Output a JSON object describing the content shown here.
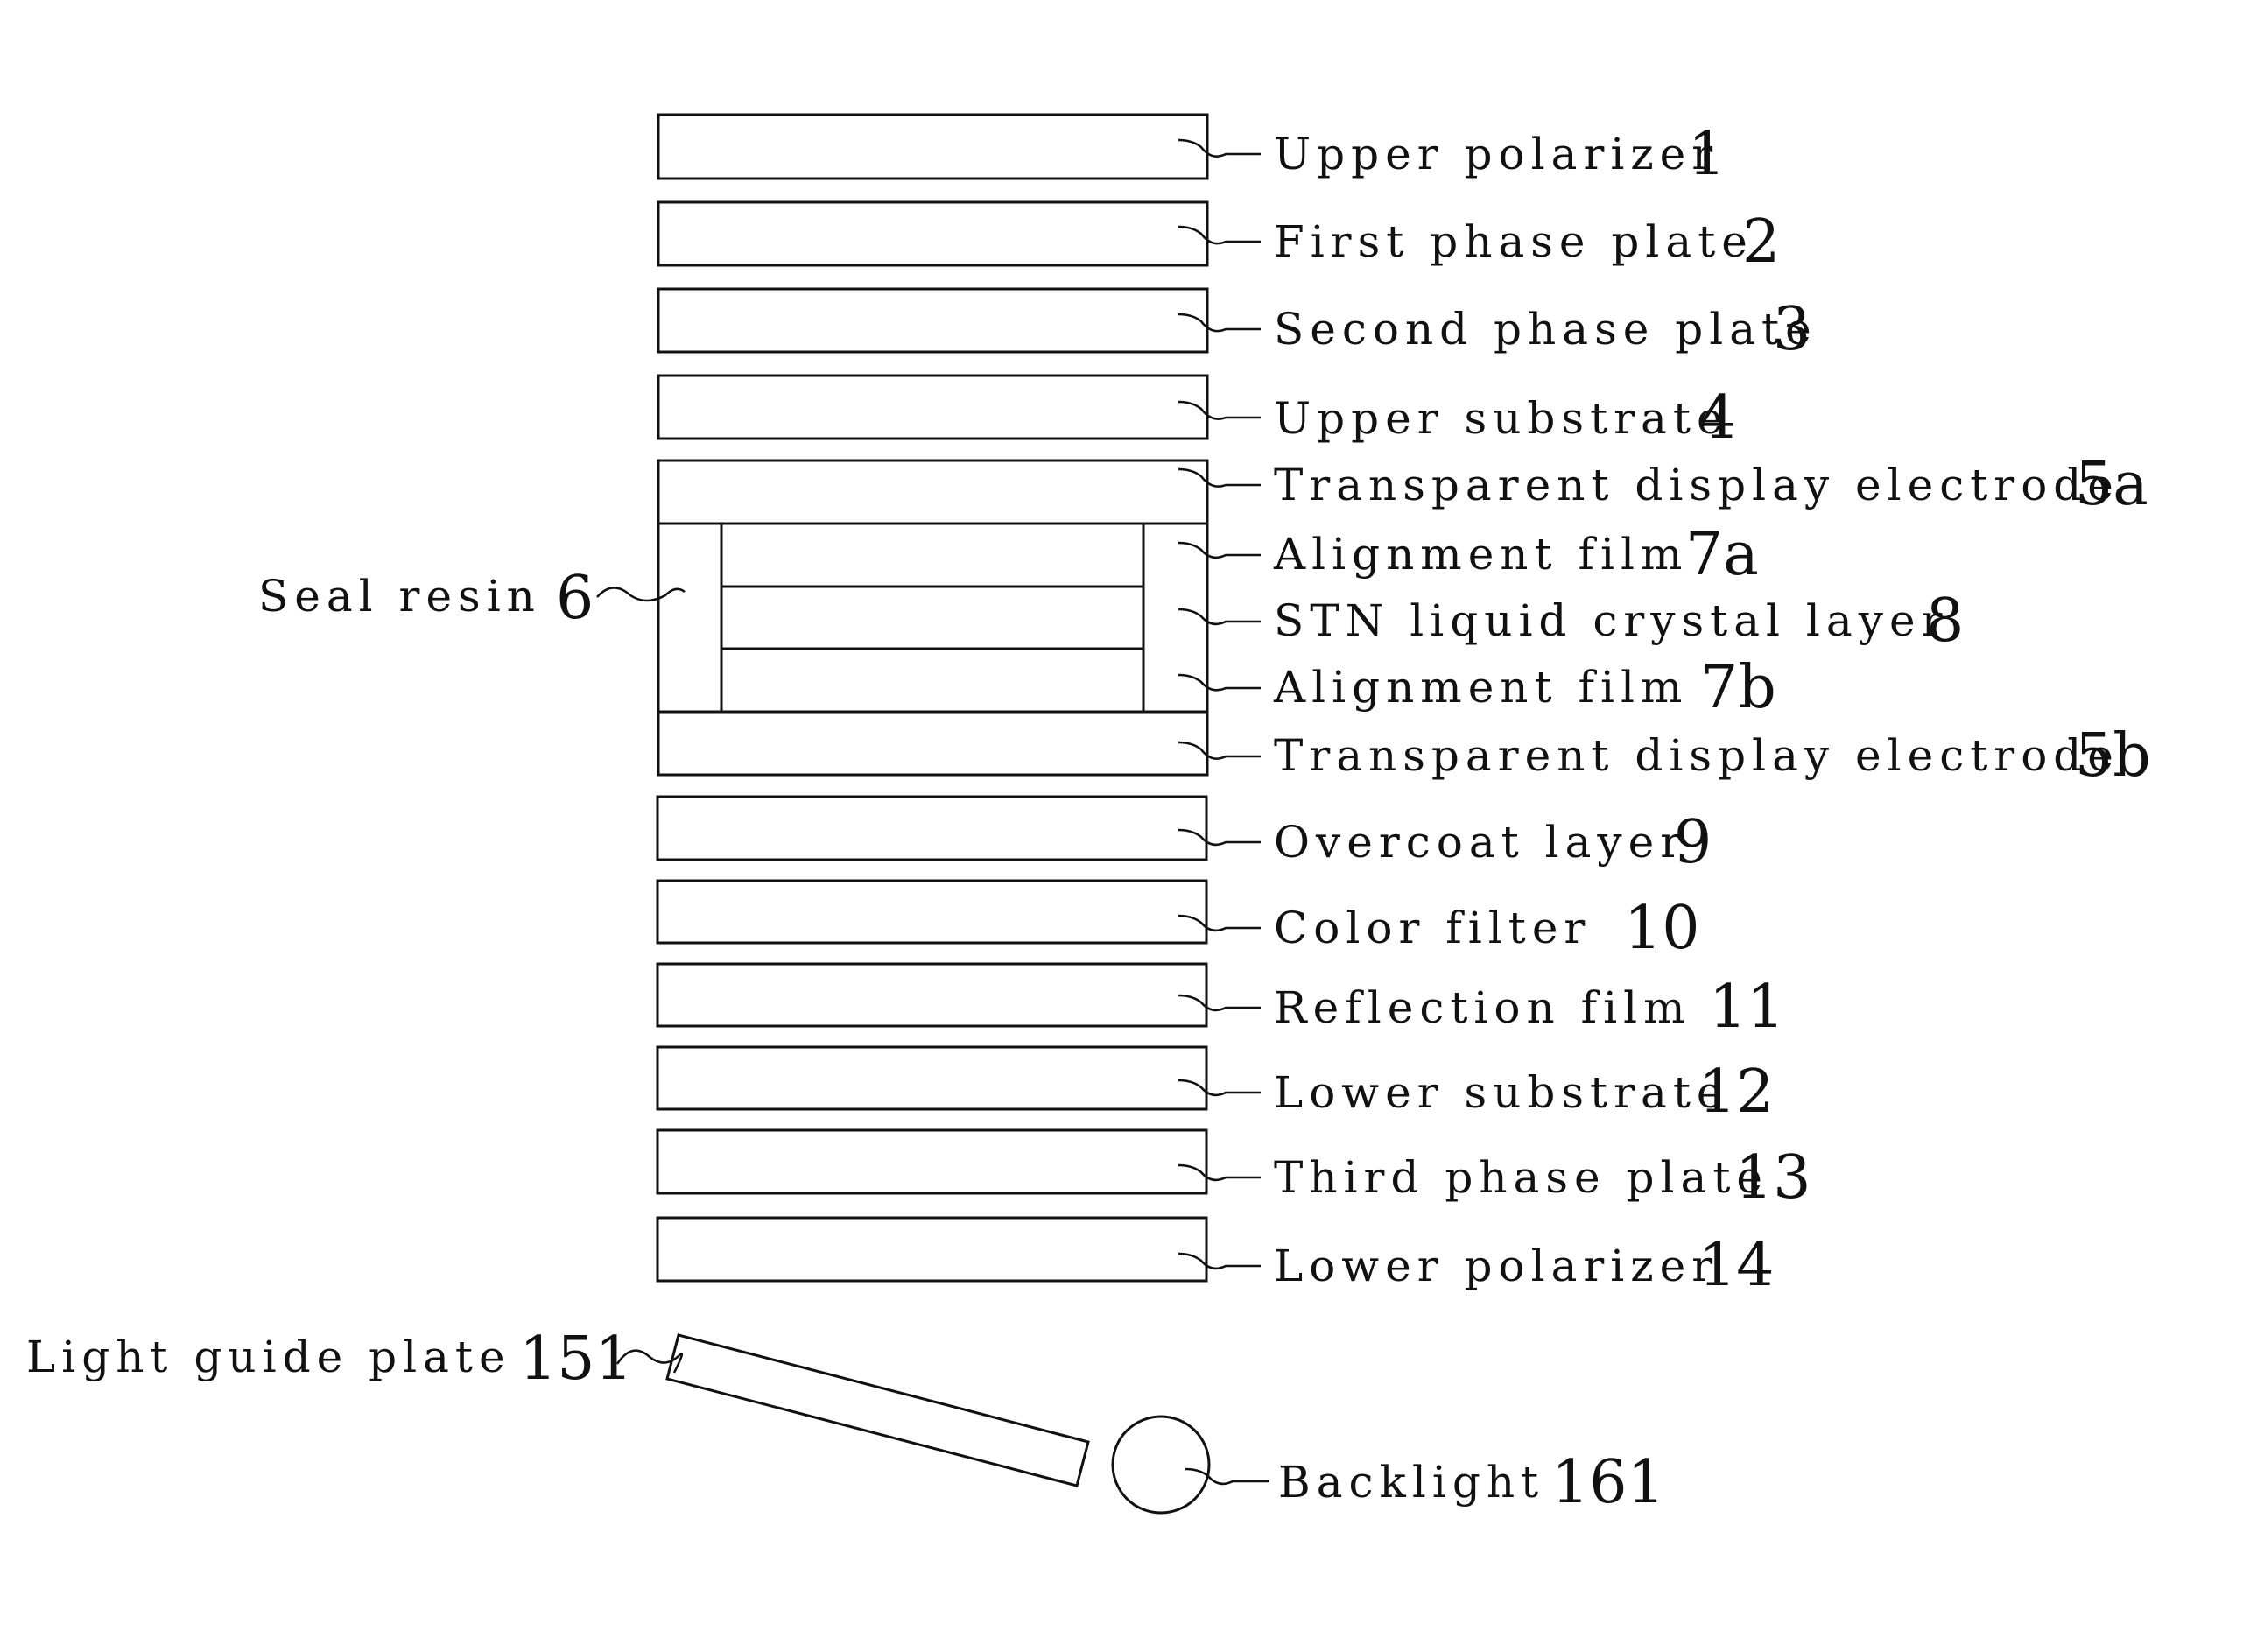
{
  "layers": [
    {
      "label": "Upper polarizer",
      "number": "1"
    },
    {
      "label": "First phase plate",
      "number": "2"
    },
    {
      "label": "Second phase plate",
      "number": "3"
    },
    {
      "label": "Upper substrate",
      "number": "4"
    },
    {
      "label": "Transparent display electrode",
      "number": "5a"
    },
    {
      "label": "Alignment film",
      "number": "7a"
    },
    {
      "label": "STN liquid crystal layer",
      "number": "8"
    },
    {
      "label": "Alignment film",
      "number": "7b"
    },
    {
      "label": "Transparent display electrode",
      "number": "5b"
    },
    {
      "label": "Overcoat layer",
      "number": "9"
    },
    {
      "label": "Color filter",
      "number": "10"
    },
    {
      "label": "Reflection film",
      "number": "11"
    },
    {
      "label": "Lower substrate",
      "number": "12"
    },
    {
      "label": "Third phase plate",
      "number": "13"
    },
    {
      "label": "Lower polarizer",
      "number": "14"
    }
  ],
  "seal_resin": {
    "label": "Seal resin",
    "number": "6"
  },
  "light_guide": {
    "label": "Light guide plate",
    "number": "151"
  },
  "backlight": {
    "label": "Backlight",
    "number": "161"
  }
}
